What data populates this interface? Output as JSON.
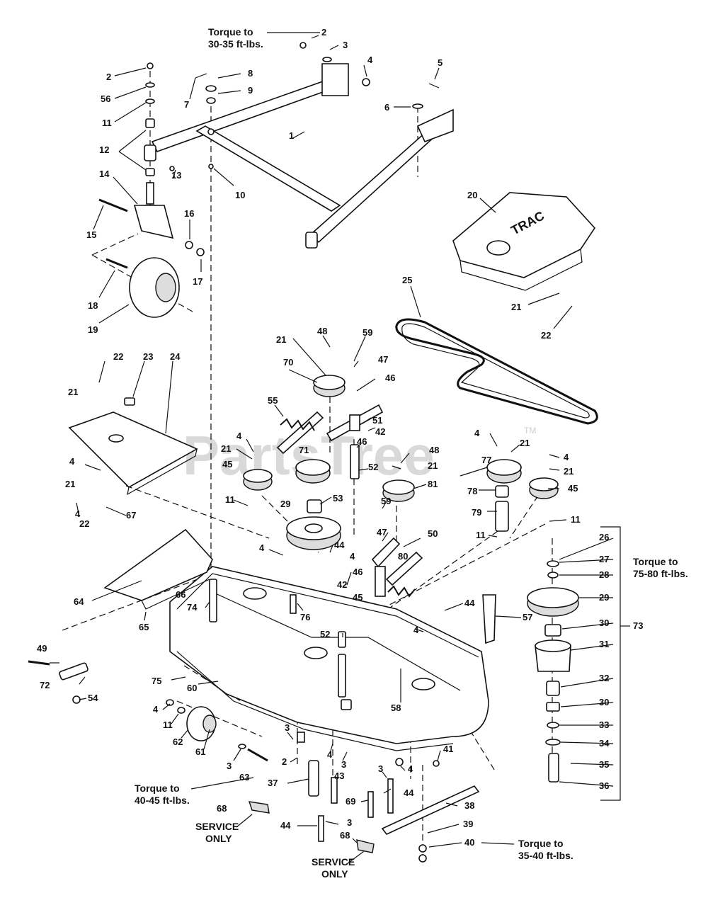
{
  "watermark": {
    "text": "PartsTree",
    "mark": "TM"
  },
  "cover_label": "TRAC",
  "notes": {
    "top": [
      "Torque to",
      "30-35 ft-lbs."
    ],
    "right": [
      "Torque to",
      "75-80 ft-lbs."
    ],
    "left": [
      "Torque to",
      "40-45 ft-lbs."
    ],
    "bottom": [
      "Torque to",
      "35-40 ft-lbs."
    ],
    "service1": [
      "SERVICE",
      "ONLY"
    ],
    "service2": [
      "SERVICE",
      "ONLY"
    ]
  },
  "callouts": [
    {
      "id": "c2a",
      "label": "2"
    },
    {
      "id": "c3a",
      "label": "3"
    },
    {
      "id": "c4a",
      "label": "4"
    },
    {
      "id": "c5",
      "label": "5"
    },
    {
      "id": "c6",
      "label": "6"
    },
    {
      "id": "c2b",
      "label": "2"
    },
    {
      "id": "c56",
      "label": "56"
    },
    {
      "id": "c8",
      "label": "8"
    },
    {
      "id": "c7",
      "label": "7"
    },
    {
      "id": "c9",
      "label": "9"
    },
    {
      "id": "c11a",
      "label": "11"
    },
    {
      "id": "c1",
      "label": "1"
    },
    {
      "id": "c12",
      "label": "12"
    },
    {
      "id": "c13",
      "label": "13"
    },
    {
      "id": "c10",
      "label": "10"
    },
    {
      "id": "c14",
      "label": "14"
    },
    {
      "id": "c15",
      "label": "15"
    },
    {
      "id": "c16",
      "label": "16"
    },
    {
      "id": "c17",
      "label": "17"
    },
    {
      "id": "c18",
      "label": "18"
    },
    {
      "id": "c19",
      "label": "19"
    },
    {
      "id": "c20",
      "label": "20"
    },
    {
      "id": "c25",
      "label": "25"
    },
    {
      "id": "c21a",
      "label": "21"
    },
    {
      "id": "c22a",
      "label": "22"
    },
    {
      "id": "c48a",
      "label": "48"
    },
    {
      "id": "c59a",
      "label": "59"
    },
    {
      "id": "c21b",
      "label": "21"
    },
    {
      "id": "c47a",
      "label": "47"
    },
    {
      "id": "c70",
      "label": "70"
    },
    {
      "id": "c46a",
      "label": "46"
    },
    {
      "id": "c22b",
      "label": "22"
    },
    {
      "id": "c23",
      "label": "23"
    },
    {
      "id": "c24",
      "label": "24"
    },
    {
      "id": "c55",
      "label": "55"
    },
    {
      "id": "c51",
      "label": "51"
    },
    {
      "id": "c21c",
      "label": "21"
    },
    {
      "id": "c42a",
      "label": "42"
    },
    {
      "id": "c46b",
      "label": "46"
    },
    {
      "id": "c4b",
      "label": "4"
    },
    {
      "id": "c4c",
      "label": "4"
    },
    {
      "id": "c21d",
      "label": "21"
    },
    {
      "id": "c71",
      "label": "71"
    },
    {
      "id": "c48b",
      "label": "48"
    },
    {
      "id": "c77",
      "label": "77"
    },
    {
      "id": "c4d",
      "label": "4"
    },
    {
      "id": "c21e",
      "label": "21"
    },
    {
      "id": "c4e",
      "label": "4"
    },
    {
      "id": "c21f",
      "label": "21"
    },
    {
      "id": "c45a",
      "label": "45"
    },
    {
      "id": "c4f",
      "label": "4"
    },
    {
      "id": "c52a",
      "label": "52"
    },
    {
      "id": "c21g",
      "label": "21"
    },
    {
      "id": "c81",
      "label": "81"
    },
    {
      "id": "c45b",
      "label": "45"
    },
    {
      "id": "c78",
      "label": "78"
    },
    {
      "id": "c21h",
      "label": "21"
    },
    {
      "id": "c11b",
      "label": "11"
    },
    {
      "id": "c53",
      "label": "53"
    },
    {
      "id": "c67",
      "label": "67"
    },
    {
      "id": "c22c",
      "label": "22"
    },
    {
      "id": "c29a",
      "label": "29"
    },
    {
      "id": "c59b",
      "label": "59"
    },
    {
      "id": "c79",
      "label": "79"
    },
    {
      "id": "c11c",
      "label": "11"
    },
    {
      "id": "c47b",
      "label": "47"
    },
    {
      "id": "c50",
      "label": "50"
    },
    {
      "id": "c11d",
      "label": "11"
    },
    {
      "id": "c26",
      "label": "26"
    },
    {
      "id": "c4g",
      "label": "4"
    },
    {
      "id": "c44a",
      "label": "44"
    },
    {
      "id": "c80",
      "label": "80"
    },
    {
      "id": "c27",
      "label": "27"
    },
    {
      "id": "c66",
      "label": "66"
    },
    {
      "id": "c46c",
      "label": "46"
    },
    {
      "id": "c4h",
      "label": "4"
    },
    {
      "id": "c42b",
      "label": "42"
    },
    {
      "id": "c28",
      "label": "28"
    },
    {
      "id": "c64",
      "label": "64"
    },
    {
      "id": "c45c",
      "label": "45"
    },
    {
      "id": "c74",
      "label": "74"
    },
    {
      "id": "c76",
      "label": "76"
    },
    {
      "id": "c44b",
      "label": "44"
    },
    {
      "id": "c29b",
      "label": "29"
    },
    {
      "id": "c57",
      "label": "57"
    },
    {
      "id": "c30a",
      "label": "30"
    },
    {
      "id": "c73",
      "label": "73"
    },
    {
      "id": "c65",
      "label": "65"
    },
    {
      "id": "c4i",
      "label": "4"
    },
    {
      "id": "c52b",
      "label": "52"
    },
    {
      "id": "c31",
      "label": "31"
    },
    {
      "id": "c49",
      "label": "49"
    },
    {
      "id": "c72",
      "label": "72"
    },
    {
      "id": "c75",
      "label": "75"
    },
    {
      "id": "c32",
      "label": "32"
    },
    {
      "id": "c60",
      "label": "60"
    },
    {
      "id": "c54",
      "label": "54"
    },
    {
      "id": "c30b",
      "label": "30"
    },
    {
      "id": "c58",
      "label": "58"
    },
    {
      "id": "c4j",
      "label": "4"
    },
    {
      "id": "c11e",
      "label": "11"
    },
    {
      "id": "c33",
      "label": "33"
    },
    {
      "id": "c62",
      "label": "62"
    },
    {
      "id": "c61",
      "label": "61"
    },
    {
      "id": "c3b",
      "label": "3"
    },
    {
      "id": "c41",
      "label": "41"
    },
    {
      "id": "c34",
      "label": "34"
    },
    {
      "id": "c2c",
      "label": "2"
    },
    {
      "id": "c4k",
      "label": "4"
    },
    {
      "id": "c3c",
      "label": "3"
    },
    {
      "id": "c3d",
      "label": "3"
    },
    {
      "id": "c4l",
      "label": "4"
    },
    {
      "id": "c35",
      "label": "35"
    },
    {
      "id": "c3e",
      "label": "3"
    },
    {
      "id": "c63",
      "label": "63"
    },
    {
      "id": "c43",
      "label": "43"
    },
    {
      "id": "c36",
      "label": "36"
    },
    {
      "id": "c37",
      "label": "37"
    },
    {
      "id": "c44c",
      "label": "44"
    },
    {
      "id": "c69",
      "label": "69"
    },
    {
      "id": "c38",
      "label": "38"
    },
    {
      "id": "c68a",
      "label": "68"
    },
    {
      "id": "c3f",
      "label": "3"
    },
    {
      "id": "c39",
      "label": "39"
    },
    {
      "id": "c44d",
      "label": "44"
    },
    {
      "id": "c68b",
      "label": "68"
    },
    {
      "id": "c40",
      "label": "40"
    }
  ]
}
